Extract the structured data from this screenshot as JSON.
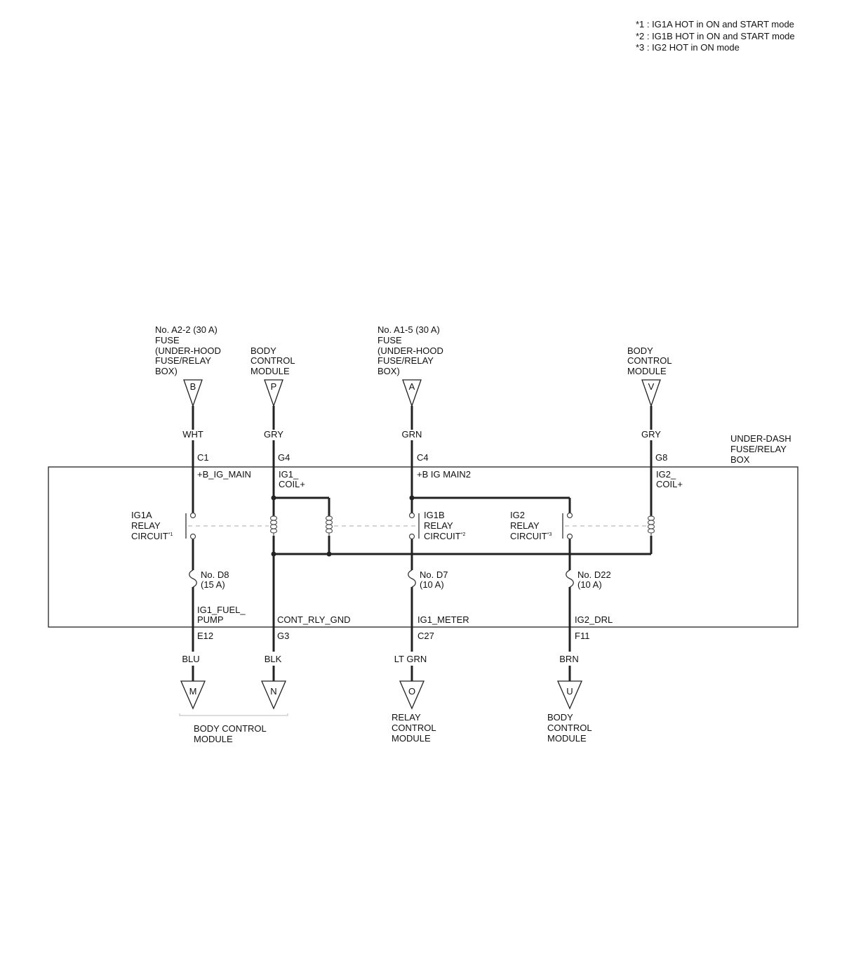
{
  "notes": [
    "*1 : IG1A HOT in ON and START mode",
    "*2 : IG1B HOT in ON and START mode",
    "*3 : IG2 HOT in ON mode"
  ],
  "box_label": [
    "UNDER-DASH",
    "FUSE/RELAY",
    "BOX"
  ],
  "top_connectors": [
    {
      "letter": "B",
      "source": [
        "No. A2-2 (30 A)",
        "FUSE",
        "(UNDER-HOOD",
        "FUSE/RELAY",
        "BOX)"
      ],
      "wire_color": "WHT",
      "terminal": "C1",
      "net": [
        "+B_IG_MAIN"
      ]
    },
    {
      "letter": "P",
      "source": [
        "BODY",
        "CONTROL",
        "MODULE"
      ],
      "wire_color": "GRY",
      "terminal": "G4",
      "net": [
        "IG1_",
        "COIL+"
      ]
    },
    {
      "letter": "A",
      "source": [
        "No. A1-5 (30 A)",
        "FUSE",
        "(UNDER-HOOD",
        "FUSE/RELAY",
        "BOX)"
      ],
      "wire_color": "GRN",
      "terminal": "C4",
      "net": [
        "+B IG MAIN2"
      ]
    },
    {
      "letter": "V",
      "source": [
        "BODY",
        "CONTROL",
        "MODULE"
      ],
      "wire_color": "GRY",
      "terminal": "G8",
      "net": [
        "IG2_",
        "COIL+"
      ]
    }
  ],
  "relays": [
    {
      "name": [
        "IG1A",
        "RELAY"
      ],
      "circuit_label": "CIRCUIT",
      "note_mark": "*1"
    },
    {
      "name": [
        "IG1B",
        "RELAY"
      ],
      "circuit_label": "CIRCUIT",
      "note_mark": "*2"
    },
    {
      "name": [
        "IG2",
        "RELAY"
      ],
      "circuit_label": "CIRCUIT",
      "note_mark": "*3"
    }
  ],
  "fuses": [
    {
      "name": "No. D8",
      "rating": "(15 A)"
    },
    {
      "name": "No. D7",
      "rating": "(10 A)"
    },
    {
      "name": "No. D22",
      "rating": "(10 A)"
    }
  ],
  "bottom_connectors": [
    {
      "net": [
        "IG1_FUEL_",
        "PUMP"
      ],
      "terminal": "E12",
      "wire_color": "BLU",
      "letter": "M"
    },
    {
      "net": [
        "CONT_RLY_GND"
      ],
      "terminal": "G3",
      "wire_color": "BLK",
      "letter": "N"
    },
    {
      "net": [
        "IG1_METER"
      ],
      "terminal": "C27",
      "wire_color": "LT GRN",
      "letter": "O"
    },
    {
      "net": [
        "IG2_DRL"
      ],
      "terminal": "F11",
      "wire_color": "BRN",
      "letter": "U"
    }
  ],
  "destinations": [
    [
      "BODY CONTROL",
      "MODULE"
    ],
    [
      "RELAY",
      "CONTROL",
      "MODULE"
    ],
    [
      "BODY",
      "CONTROL",
      "MODULE"
    ]
  ],
  "colors": {
    "wire": "#222222",
    "mechanical_link": "#bbbbbb",
    "background": "#ffffff"
  }
}
